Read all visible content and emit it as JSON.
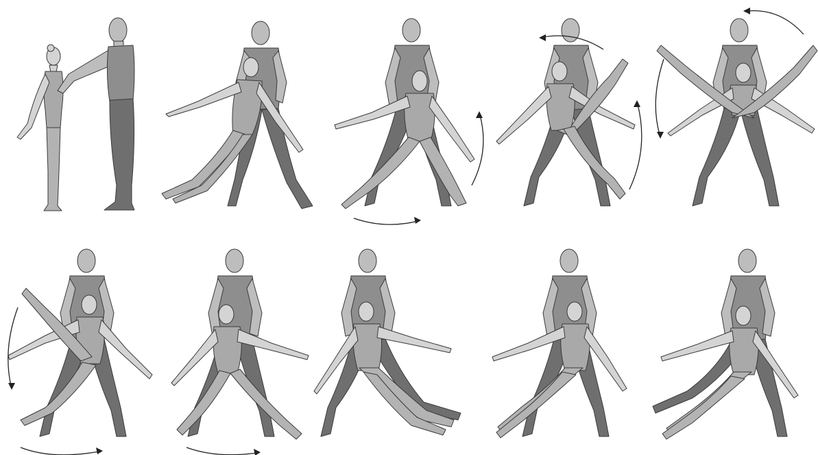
{
  "figure": {
    "caption": "",
    "colors": {
      "outline": "#3a3a3a",
      "man_skin": "#bdbdbd",
      "man_torso": "#8e8e8e",
      "man_leg": "#6f6f6f",
      "woman_skin": "#d4d4d4",
      "woman_suit": "#a9a9a9",
      "woman_leg": "#b3b3b3",
      "arrow": "#222222"
    },
    "panels": [
      {
        "step": 1,
        "pose": "standing-apart",
        "arrow": "none"
      },
      {
        "step": 2,
        "pose": "lean-side",
        "arrow": "none"
      },
      {
        "step": 3,
        "pose": "split-seat",
        "arrow": "swing-right-and-up"
      },
      {
        "step": 4,
        "pose": "leg-raised-diagonal",
        "arrow": "arc-up-and-over"
      },
      {
        "step": 5,
        "pose": "legs-crossed-overhead",
        "arrow": "arc-over-and-down"
      },
      {
        "step": 6,
        "pose": "leg-raised-left",
        "arrow": "arc-down-left"
      },
      {
        "step": 7,
        "pose": "split-seat",
        "arrow": "swing-right"
      },
      {
        "step": 8,
        "pose": "lean-right",
        "arrow": "none"
      },
      {
        "step": 9,
        "pose": "lean-left",
        "arrow": "none"
      },
      {
        "step": 10,
        "pose": "lean-left-low",
        "arrow": "none"
      }
    ]
  }
}
